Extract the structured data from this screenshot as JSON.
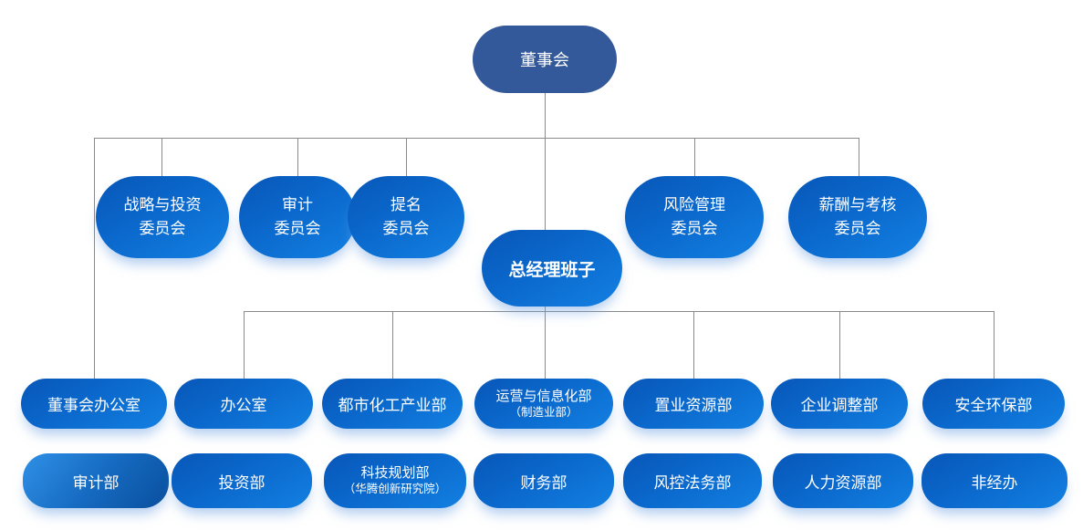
{
  "diagram": {
    "type": "org-chart",
    "root": {
      "label": "董事会"
    },
    "committees": [
      {
        "label": "战略与投资\n委员会"
      },
      {
        "label": "审计\n委员会"
      },
      {
        "label": "提名\n委员会"
      },
      {
        "label": "风险管理\n委员会"
      },
      {
        "label": "薪酬与考核\n委员会"
      }
    ],
    "general_manager": {
      "label": "总经理班子"
    },
    "departments_row1": [
      {
        "label": "董事会办公室"
      },
      {
        "label": "办公室"
      },
      {
        "label": "都市化工产业部"
      },
      {
        "label": "运营与信息化部",
        "sublabel": "（制造业部）"
      },
      {
        "label": "置业资源部"
      },
      {
        "label": "企业调整部"
      },
      {
        "label": "安全环保部"
      }
    ],
    "departments_row2": [
      {
        "label": "审计部"
      },
      {
        "label": "投资部"
      },
      {
        "label": "科技规划部",
        "sublabel": "（华腾创新研究院）"
      },
      {
        "label": "财务部"
      },
      {
        "label": "风控法务部"
      },
      {
        "label": "人力资源部"
      },
      {
        "label": "非经办"
      }
    ],
    "colors": {
      "root_fill": "#33599A",
      "node_gradient_start": "#0857B8",
      "node_gradient_end": "#1380E2",
      "audit_gradient_start": "#2F90E6",
      "audit_gradient_end": "#0A4F9E",
      "connector": "#8A8A8A",
      "text": "#FFFFFF"
    }
  }
}
